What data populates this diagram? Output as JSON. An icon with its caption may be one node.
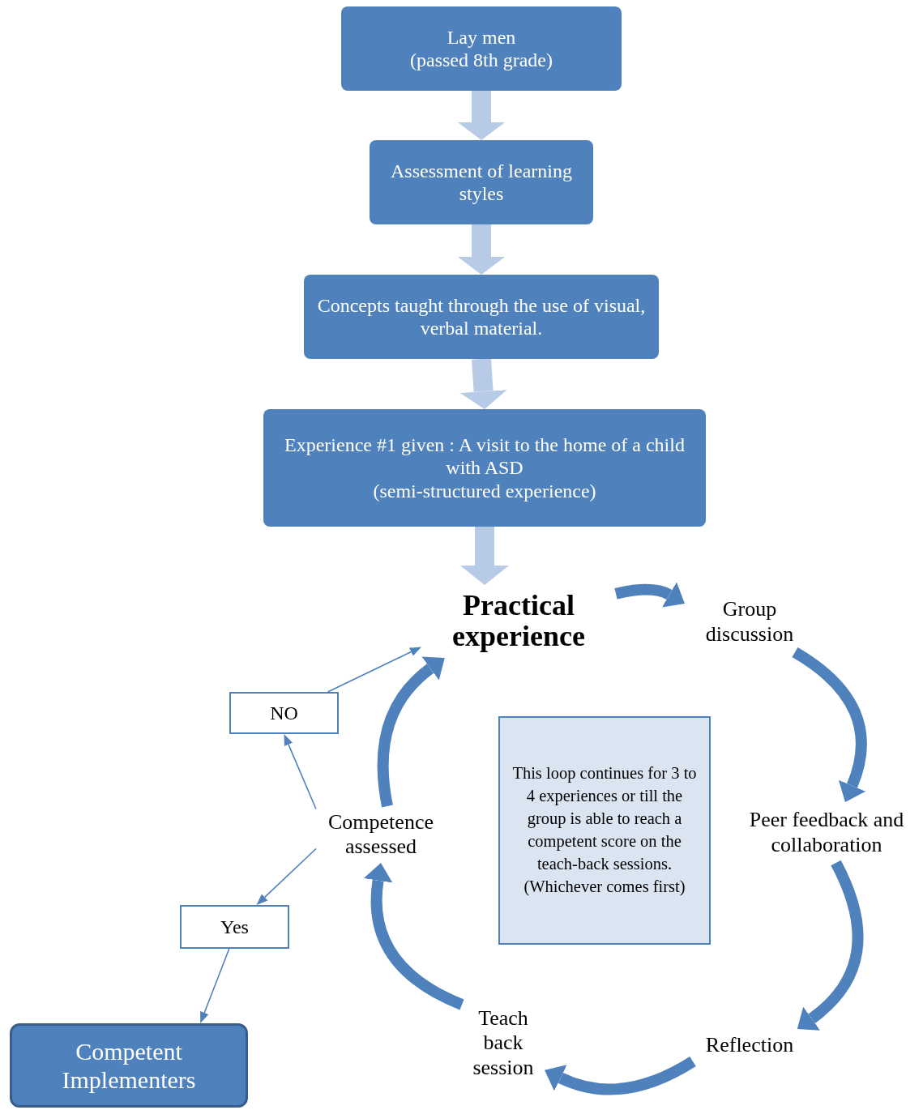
{
  "diagram": {
    "nodes": [
      {
        "text": [
          "Lay men",
          "(passed 8th grade)"
        ]
      },
      {
        "text": [
          "Assessment of learning styles"
        ]
      },
      {
        "text": [
          "Concepts taught through the use of visual, verbal material."
        ]
      },
      {
        "text": [
          "Experience #1 given : A visit to the home of a child with ASD",
          "(semi-structured experience)"
        ]
      },
      {
        "text": [
          "Practical experience"
        ]
      },
      {
        "text": [
          "Group discussion"
        ]
      },
      {
        "text": [
          "Peer feedback and collaboration"
        ]
      },
      {
        "text": [
          "Reflection"
        ]
      },
      {
        "text": [
          "Teach back session"
        ]
      },
      {
        "text": [
          "Competence assessed"
        ]
      },
      {
        "text": [
          "NO"
        ]
      },
      {
        "text": [
          "Yes"
        ]
      },
      {
        "text": [
          "Competent Implementers"
        ]
      },
      {
        "text": [
          "This loop continues for 3 to 4 experiences or till the group is able to reach a competent score on the teach-back sessions. (Whichever comes first)"
        ]
      }
    ],
    "edges": [
      {
        "from": 0,
        "to": 1,
        "arrow": "to",
        "color": "#b8cbe6"
      },
      {
        "from": 1,
        "to": 2,
        "arrow": "to",
        "color": "#b8cbe6"
      },
      {
        "from": 2,
        "to": 3,
        "arrow": "to",
        "color": "#b8cbe6"
      },
      {
        "from": 3,
        "to": 4,
        "arrow": "to",
        "color": "#b8cbe6"
      },
      {
        "from": 4,
        "to": 5,
        "arrow": "to"
      },
      {
        "from": 5,
        "to": 6,
        "arrow": "to"
      },
      {
        "from": 6,
        "to": 7,
        "arrow": "to"
      },
      {
        "from": 7,
        "to": 8,
        "arrow": "to"
      },
      {
        "from": 8,
        "to": 9,
        "arrow": "to"
      },
      {
        "from": 9,
        "to": 4,
        "arrow": "to"
      },
      {
        "from": 9,
        "to": 10,
        "arrow": "to"
      },
      {
        "from": 10,
        "to": 4,
        "arrow": "to"
      },
      {
        "from": 9,
        "to": 11,
        "arrow": "to"
      },
      {
        "from": 11,
        "to": 12,
        "arrow": "to"
      }
    ]
  }
}
